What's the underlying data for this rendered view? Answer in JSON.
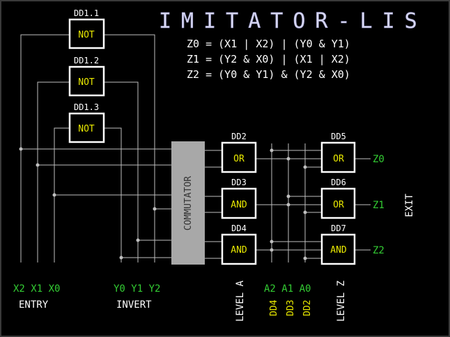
{
  "title": "IMITATOR-LIS",
  "equations": [
    "Z0 = (X1 | X2) | (Y0 & Y1)",
    "Z1 = (Y2 & X0) | (X1 | X2)",
    "Z2 = (Y0 & Y1) & (Y2 & X0)"
  ],
  "chips": {
    "dd1_1": {
      "label": "DD1.1",
      "func": "NOT"
    },
    "dd1_2": {
      "label": "DD1.2",
      "func": "NOT"
    },
    "dd1_3": {
      "label": "DD1.3",
      "func": "NOT"
    },
    "dd2": {
      "label": "DD2",
      "func": "OR"
    },
    "dd3": {
      "label": "DD3",
      "func": "AND"
    },
    "dd4": {
      "label": "DD4",
      "func": "AND"
    },
    "dd5": {
      "label": "DD5",
      "func": "OR"
    },
    "dd6": {
      "label": "DD6",
      "func": "OR"
    },
    "dd7": {
      "label": "DD7",
      "func": "AND"
    }
  },
  "commutator": "COMMUTATOR",
  "outputs": [
    "Z0",
    "Z1",
    "Z2"
  ],
  "exit_label": "EXIT",
  "entry": {
    "signals": "X2 X1 X0",
    "label": "ENTRY"
  },
  "invert": {
    "signals": "Y0 Y1 Y2",
    "label": "INVERT"
  },
  "level_a": "LEVEL A",
  "level_z": "LEVEL Z",
  "address": {
    "signals": "A2 A1 A0",
    "chips": [
      "DD4",
      "DD3",
      "DD2"
    ]
  },
  "colors": {
    "background": "#000000",
    "title": "#d8d8f0",
    "text": "#ffffff",
    "signal_green": "#33cc33",
    "signal_yellow": "#e8e800",
    "wire": "#bfbfbf",
    "commutator_fill": "#a8a8a8"
  }
}
